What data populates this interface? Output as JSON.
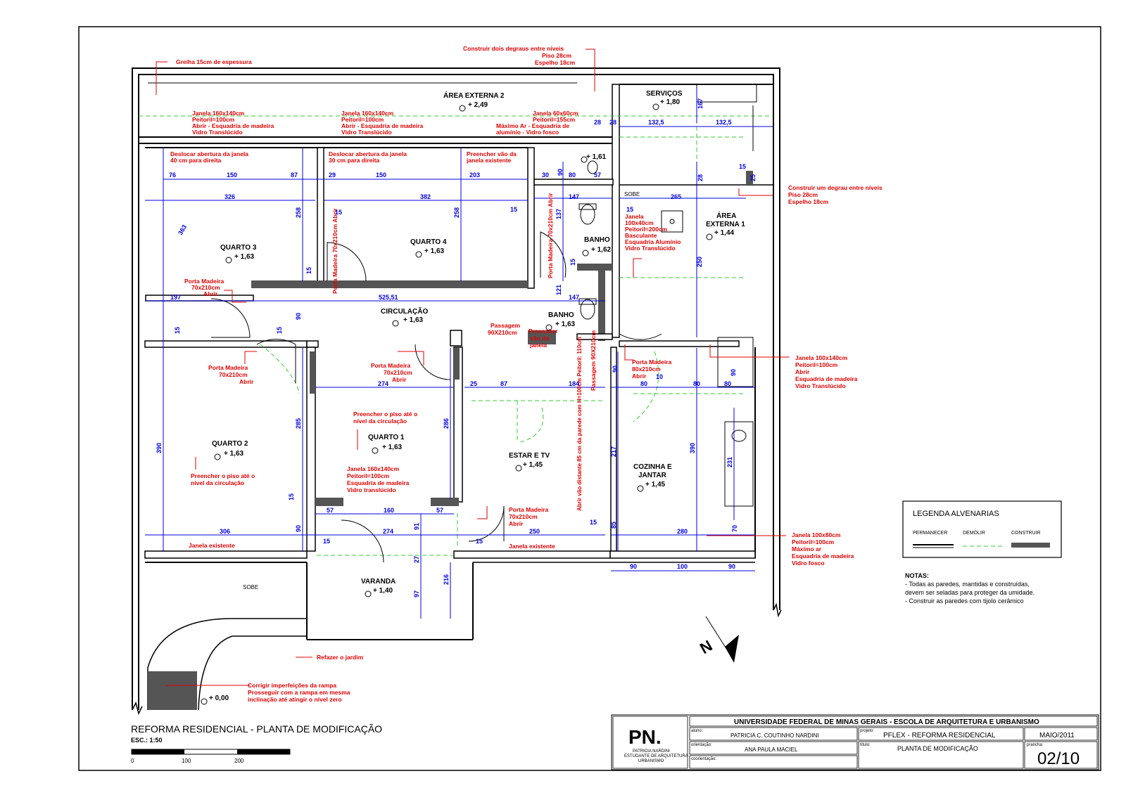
{
  "rooms": {
    "area_externa_2": {
      "name": "ÁREA EXTERNA 2",
      "level": "+ 2,49"
    },
    "servicos": {
      "name": "SERVIÇOS",
      "level": "+ 1,80"
    },
    "quarto3": {
      "name": "QUARTO 3",
      "level": "+ 1,63"
    },
    "quarto4": {
      "name": "QUARTO 4",
      "level": "+ 1,63"
    },
    "banho1": {
      "name": "BANHO",
      "level": "+ 1,62"
    },
    "banho2": {
      "name": "BANHO",
      "level": "+ 1,63"
    },
    "wc_level": "+ 1,61",
    "area_externa_1": {
      "name1": "ÁREA",
      "name2": "EXTERNA 1",
      "level": "+ 1,44"
    },
    "circulacao": {
      "name": "CIRCULAÇÃO",
      "level": "+ 1,63"
    },
    "quarto2": {
      "name": "QUARTO 2",
      "level": "+ 1,63"
    },
    "quarto1": {
      "name": "QUARTO 1",
      "level": "+ 1,63"
    },
    "estar": {
      "name": "ESTAR E TV",
      "level": "+ 1,45"
    },
    "cozinha": {
      "name1": "COZINHA E",
      "name2": "JANTAR",
      "level": "+ 1,45"
    },
    "varanda": {
      "name": "VARANDA",
      "level": "+ 1,40"
    },
    "ground_level": "+ 0,00",
    "sobe": "SOBE"
  },
  "notes": {
    "greiha": "Greiha 15cm de espessura",
    "degraus": [
      "Construir dois degraus entre níveis",
      "Piso 28cm",
      "Espelho 18cm"
    ],
    "janela_q3": [
      "Janela 160x140cm",
      "Peitoril=100cm",
      "Abrir - Esquadria de madeira",
      "Vidro Translúcido"
    ],
    "janela_q4": [
      "Janela 160x140cm",
      "Peitoril=100cm",
      "Abrir - Esquadria de madeira",
      "Vidro Translúcido"
    ],
    "janela_60": [
      "Janela 60x60cm",
      "Peitoril=155cm",
      "Máximo Ar - Esquadria de",
      "alumínio - Vidro fosco"
    ],
    "deslocar_q3": [
      "Deslocar abertura da janela",
      "40 cm para direita"
    ],
    "deslocar_q4": [
      "Deslocar abertura da janela",
      "30 cm para direita"
    ],
    "preencher_vao": [
      "Preencher vão da",
      "janela existente"
    ],
    "degrau": [
      "Construir um degrau entre níveis",
      "Piso 28cm",
      "Espelho 18cm"
    ],
    "janela_banho": [
      "Janela",
      "100x40cm",
      "Peitoril=200cm",
      "Basculante",
      "Esquadria Alumínio",
      "Vidro Translúcido"
    ],
    "porta_q3": [
      "Porta Madeira",
      "70x210cm",
      "Abrir"
    ],
    "porta_q3_vert": "Porta Madeira 70x210cm Abrir",
    "porta_banho_vert": "Porta Madeira 70x210cm Abrir",
    "passagem1": [
      "Passagem",
      "90X210cm"
    ],
    "preencher_janela": [
      "Preencher",
      "vão da",
      "janela"
    ],
    "passagem2": "Passagem 90X210cm",
    "porta_coz": [
      "Porta Madeira",
      "80x210cm",
      "Abrir"
    ],
    "janela_coz": [
      "Janela 100x140cm",
      "Peitoril=100cm",
      "Abrir",
      "Esquadria de madeira",
      "Vidro Translúcido"
    ],
    "porta_q2": [
      "Porta Madeira",
      "70x210cm",
      "Abrir"
    ],
    "porta_q1": [
      "Porta Madeira",
      "70x210cm",
      "Abrir"
    ],
    "preencher_piso_q1": [
      "Preencher o piso até o",
      "nível da circulação"
    ],
    "preencher_piso_q2": [
      "Preencher o piso até o",
      "nível da circulação"
    ],
    "janela_q1": [
      "Janela 160x140cm",
      "Peitoril=100cm",
      "Esquadria de madeira",
      "Vidro translúcido"
    ],
    "abrir_vao": "Abrir vão distante 85 cm da parede com H=100cm Peitoril: 110cm",
    "porta_varanda": [
      "Porta Madeira",
      "70x210cm",
      "Abrir"
    ],
    "janela_existente1": "Janela existente",
    "janela_existente2": "Janela existente",
    "janela_100x80": [
      "Janela 100x80cm",
      "Peitoril=100cm",
      "Máximo ar",
      "Esquadria de madeira",
      "Vidro fosco"
    ],
    "refazer_jardim": "Refazer o jardim",
    "rampa": [
      "Corrigir imperfeições da rampa",
      "Prosseguir com a rampa em mesma",
      "inclinação até atingir o nível zero"
    ]
  },
  "dims": {
    "d76": "76",
    "d150a": "150",
    "d87a": "87",
    "d29": "29",
    "d150b": "150",
    "d203": "203",
    "d30": "30",
    "d90a": "90",
    "d80a": "80",
    "d57a": "57",
    "d326": "326",
    "d382": "382",
    "d147a": "147",
    "d265": "265",
    "d15a": "15",
    "d15b": "15",
    "d15c": "15",
    "d132a": "132,5",
    "d132b": "132,5",
    "d28a": "28",
    "d28b": "28",
    "d167": "167",
    "d15d": "15",
    "d28c": "28",
    "d25a": "25",
    "d363": "363",
    "d258a": "258",
    "d258b": "258",
    "d137": "137",
    "d250": "250",
    "d121": "121",
    "d15e": "15",
    "d15f": "15",
    "d197": "197",
    "d525": "525,51",
    "d147b": "147",
    "d90b": "90",
    "d15g": "15",
    "d15h": "15",
    "d274a": "274",
    "d25b": "25",
    "d87b": "87",
    "d184": "184",
    "d90c": "90",
    "d80b": "80",
    "d10": "10",
    "d80c": "80",
    "d80d": "80",
    "d90d": "90",
    "d390a": "390",
    "d285": "285",
    "d286": "286",
    "d217": "217",
    "d390b": "390",
    "d231": "231",
    "d15i": "15",
    "d90e": "90",
    "d57b": "57",
    "d160": "160",
    "d57c": "57",
    "d91": "91",
    "d85": "85",
    "d70": "70",
    "d306": "306",
    "d274b": "274",
    "d250b": "250",
    "d280": "280",
    "d15j": "15",
    "d15k": "15",
    "d15l": "15",
    "d27": "27",
    "d97": "97",
    "d216": "216",
    "d90f": "90",
    "d100": "100",
    "d90g": "90"
  },
  "legend": {
    "title": "LEGENDA  ALVENARIAS",
    "permanecer": "PERMANECER",
    "demolir": "DEMOLIR",
    "construir": "CONSTRUIR",
    "colors": {
      "permanecer": "#000000",
      "demolir": "#33cc33",
      "construir": "#555555"
    }
  },
  "notas": {
    "title": "NOTAS:",
    "lines": [
      "- Todas as paredes, mantidas e construídas,",
      "devem ser seladas para proteger da umidade.",
      "- Construir as paredes com tijolo cerâmico"
    ]
  },
  "north": "N",
  "drawing_title": "REFORMA RESIDENCIAL - PLANTA DE MODIFICAÇÃO",
  "scale": "ESC.: 1:50",
  "scale_bar": [
    "0",
    "100",
    "200"
  ],
  "title_block": {
    "logo": "PN.",
    "logo_sub": [
      "PATRICIA NARDINI",
      "ESTUDANTE DE ARQUITETURA",
      "URBANISMO"
    ],
    "university": "UNIVERSIDADE FEDERAL DE MINAS GERAIS  - ESCOLA DE ARQUITETURA E URBANISMO",
    "aluno_label": "aluno:",
    "aluno": "PATRICIA C. COUTINHO NARDINI",
    "orientacao_label": "orientação:",
    "orientacao": "ANA PAULA MACIEL",
    "coorientacao_label": "coorientação:",
    "projeto_label": "projeto:",
    "projeto": "PFLEX - REFORMA RESIDENCIAL",
    "titulo_label": "título:",
    "titulo": "PLANTA DE MODIFICAÇÃO",
    "date": "MAIO/2011",
    "prancha_label": "prancha:",
    "sheet": "02/10"
  },
  "colors": {
    "annotation": "#e00000",
    "dimension": "#0000e0",
    "demolish": "#33cc33"
  }
}
